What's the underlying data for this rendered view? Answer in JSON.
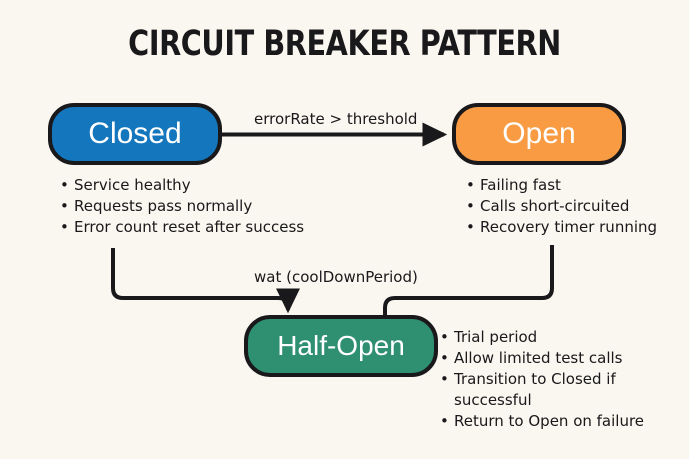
{
  "diagram": {
    "title": "CIRCUIT BREAKER PATTERN",
    "background_color": "#faf6f0",
    "ink_color": "#19181a",
    "states": [
      {
        "id": "closed",
        "label": "Closed",
        "color": "#1476bd",
        "bullets": [
          "Service healthy",
          "Requests pass normally",
          "Error count reset after success"
        ]
      },
      {
        "id": "open",
        "label": "Open",
        "color": "#f99b43",
        "bullets": [
          "Failing fast",
          "Calls short-circuited",
          "Recovery timer running"
        ]
      },
      {
        "id": "half_open",
        "label": "Half-Open",
        "color": "#2e8f71",
        "bullets": [
          "Trial period",
          "Allow limited test calls",
          "Transition to Closed if successful",
          "Return to Open on failure"
        ]
      }
    ],
    "transitions": [
      {
        "id": "closed_to_open",
        "from": "closed",
        "to": "open",
        "label": "errorRate > threshold"
      },
      {
        "id": "cooldown",
        "from": "closed",
        "to": "half_open",
        "label": "wat (coolDownPeriod)"
      },
      {
        "id": "open_to_half_open",
        "from": "open",
        "to": "half_open",
        "label": ""
      }
    ]
  }
}
